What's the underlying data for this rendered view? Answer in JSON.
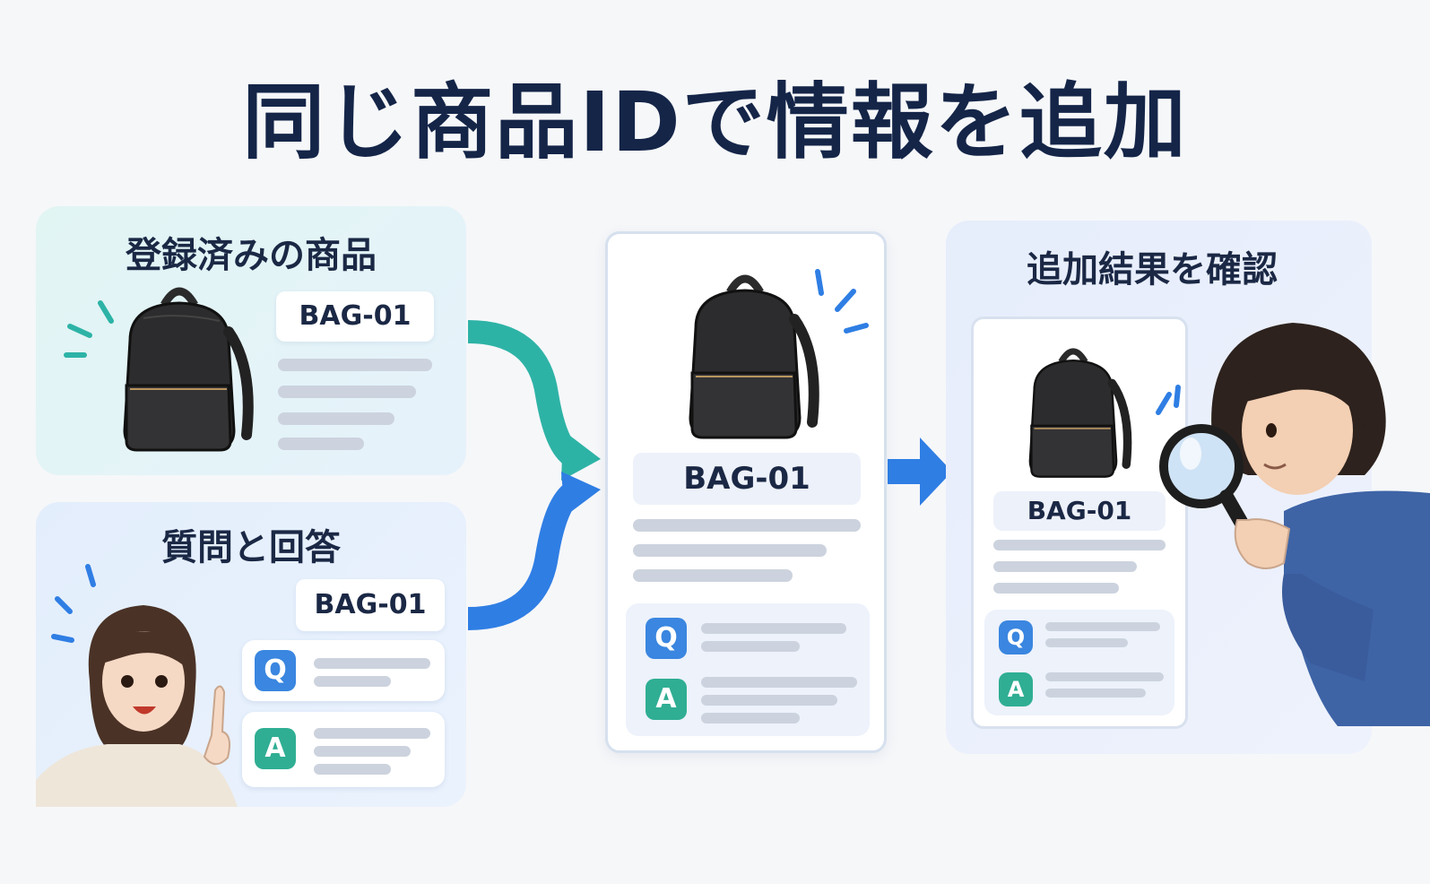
{
  "title": "同じ商品IDで情報を追加",
  "panels": {
    "registered": {
      "title": "登録済みの商品",
      "product_id": "BAG-01"
    },
    "qa": {
      "title": "質問と回答",
      "product_id": "BAG-01",
      "q_label": "Q",
      "a_label": "A"
    }
  },
  "merged_card": {
    "product_id": "BAG-01",
    "q_label": "Q",
    "a_label": "A"
  },
  "confirm": {
    "title": "追加結果を確認",
    "product_id": "BAG-01",
    "q_label": "Q",
    "a_label": "A"
  },
  "colors": {
    "teal_arrow": "#2db3a6",
    "blue_arrow": "#2f7ee4",
    "title_navy": "#142548",
    "q_badge": "#3a86e0",
    "a_badge": "#2fae93"
  },
  "icons": [
    "backpack-icon",
    "woman-illustration",
    "man-with-magnifier-illustration",
    "arrow-icon"
  ]
}
